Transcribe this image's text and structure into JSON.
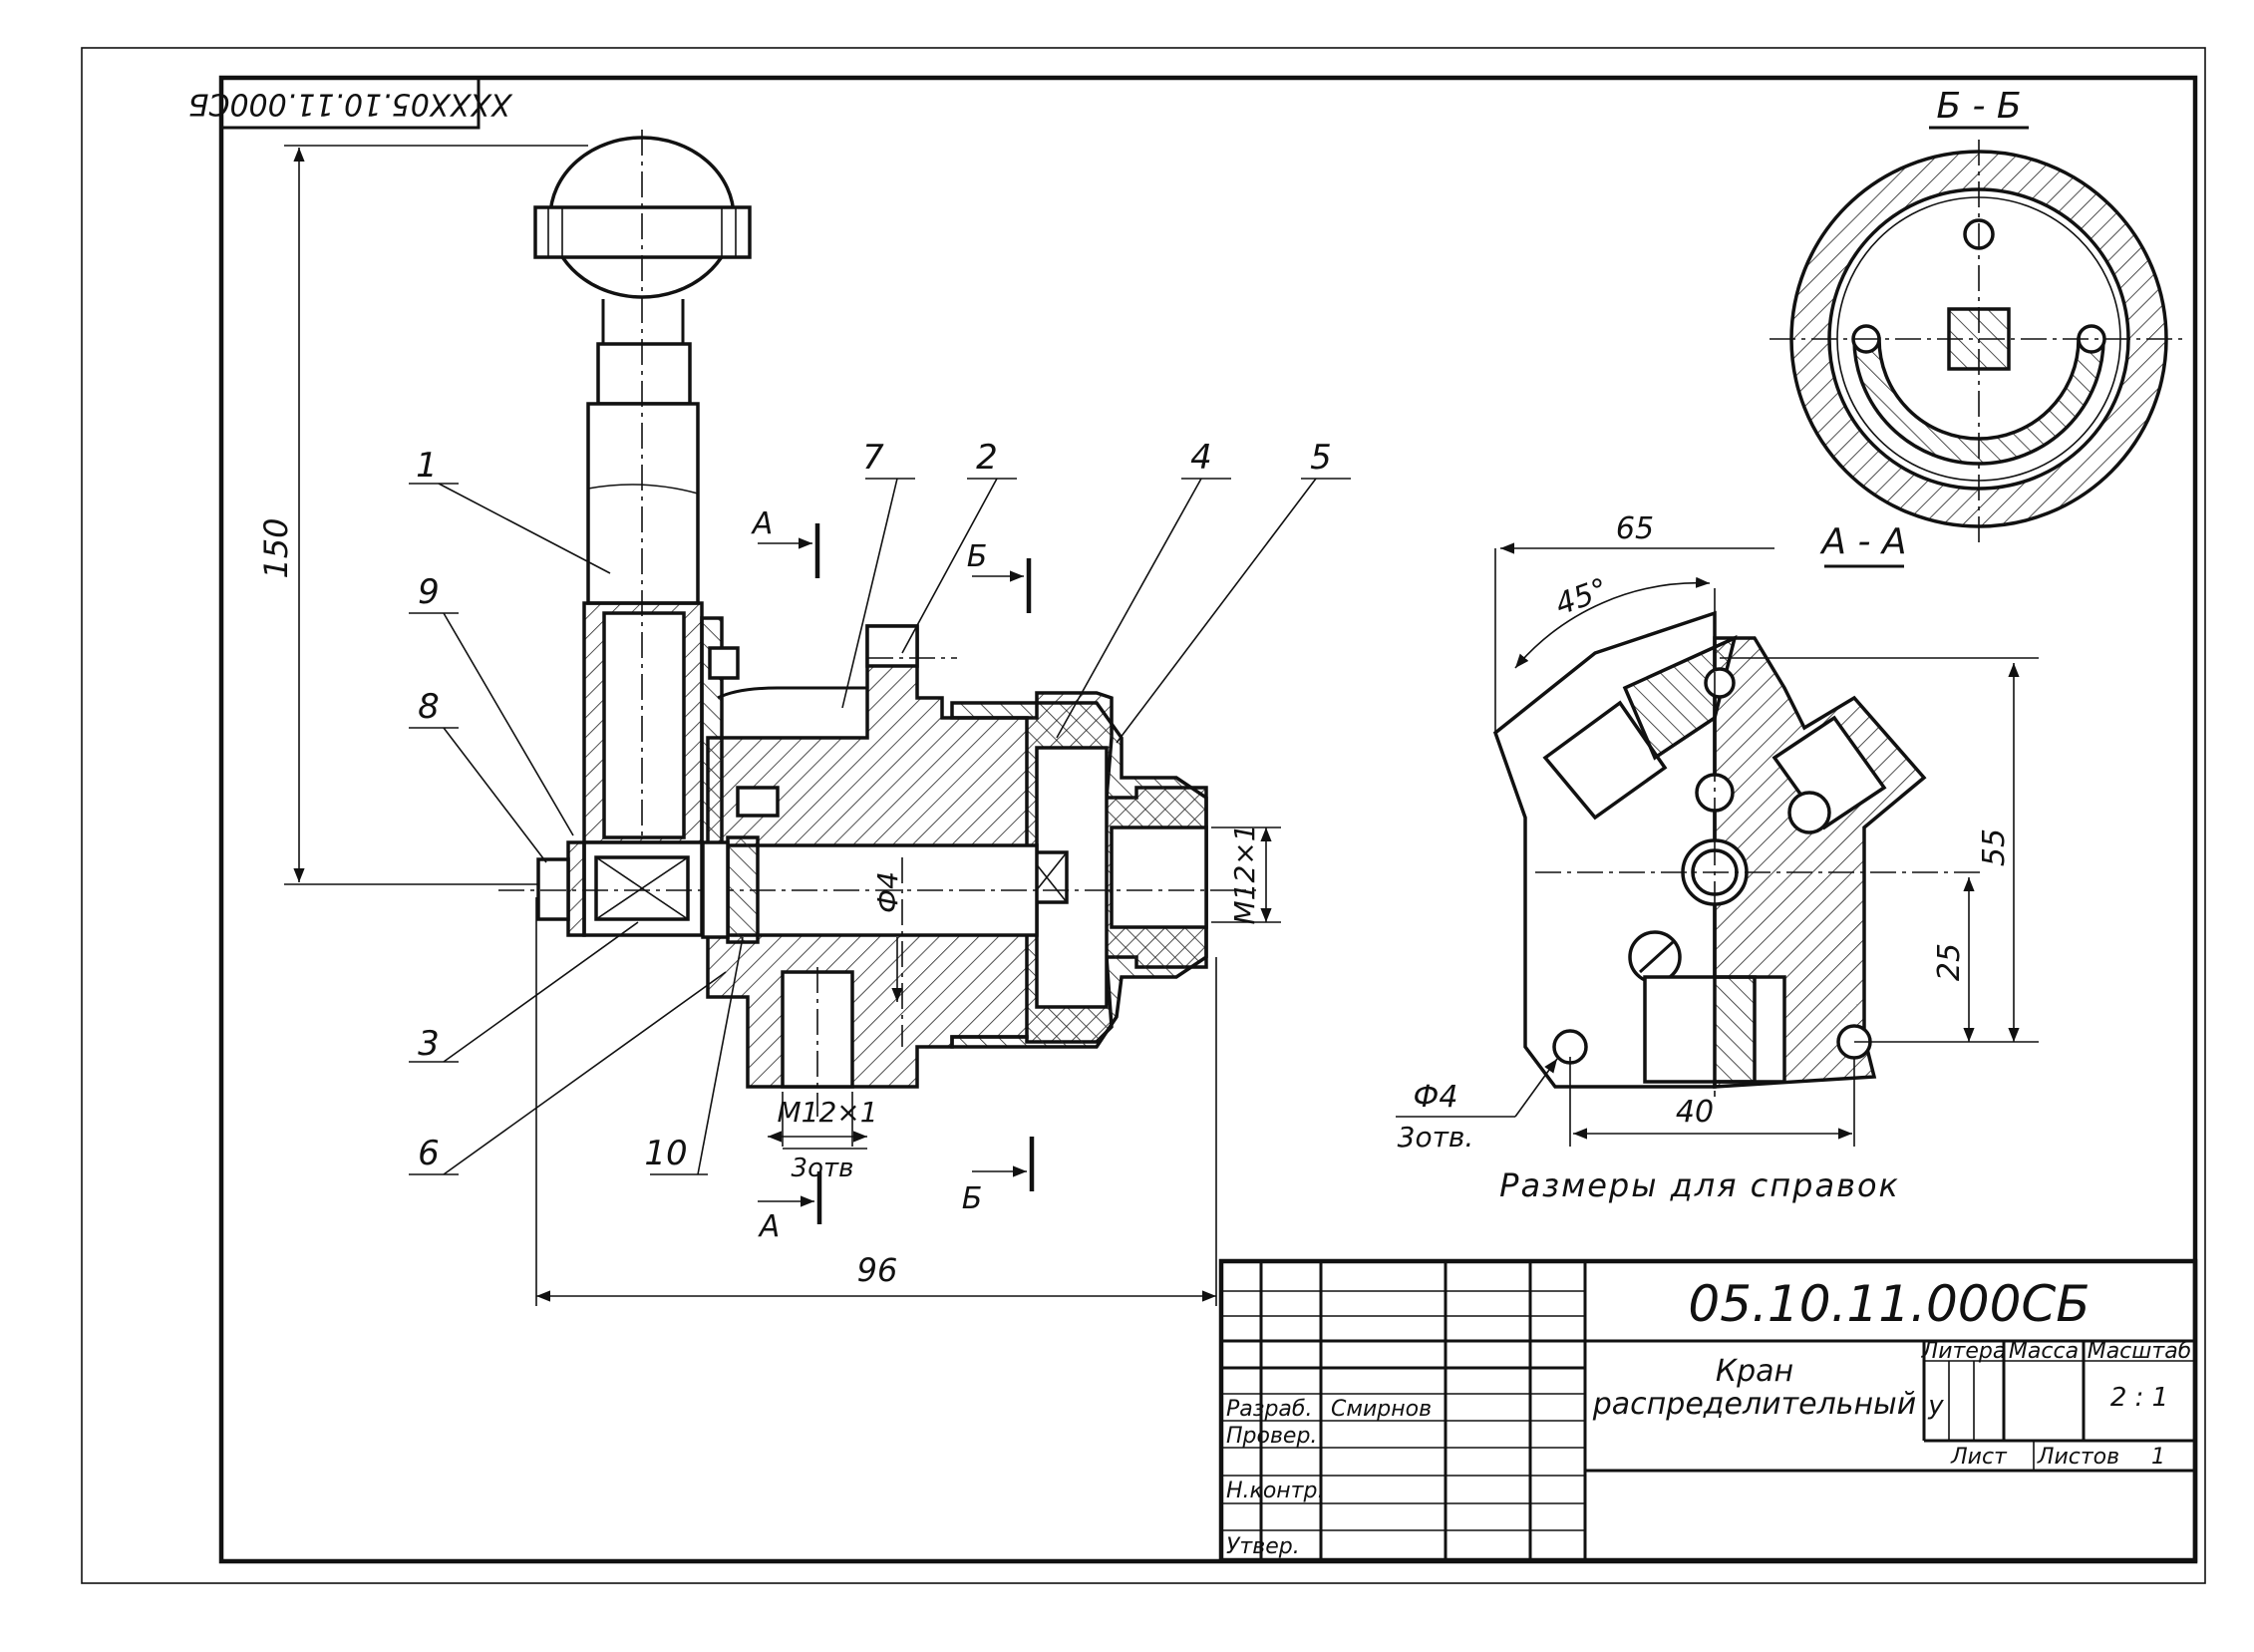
{
  "stamp": {
    "rotated_code": "XXXX05.10.11.000СБ"
  },
  "main_view": {
    "dimensions": {
      "height_total": "150",
      "length_total": "96",
      "bore": "Ф4",
      "thread_right": "М12×1",
      "thread_bottom": "М12×1",
      "thread_bottom_count": "3отв"
    },
    "callouts": [
      "1",
      "2",
      "3",
      "4",
      "5",
      "6",
      "7",
      "8",
      "9",
      "10"
    ],
    "section_marks": {
      "a_top": "А",
      "a_bottom": "А",
      "b_top": "Б",
      "b_bottom": "Б"
    }
  },
  "section_bb": {
    "title": "Б - Б"
  },
  "section_aa": {
    "title": "А - А",
    "dimensions": {
      "width": "65",
      "angle": "45°",
      "height": "55",
      "offset": "25",
      "hole_spacing": "40",
      "hole": "Ф4",
      "hole_count": "3отв."
    },
    "note": "Размеры для справок"
  },
  "title_block": {
    "designation": "05.10.11.000СБ",
    "name_line1": "Кран",
    "name_line2": "распределительный",
    "col_litera": "Литера",
    "col_massa": "Масса",
    "col_masshtab": "Масштаб",
    "litera_value": "у",
    "scale_value": "2 : 1",
    "list_label": "Лист",
    "listov_label": "Листов",
    "listov_value": "1",
    "row_razrab": "Разраб.",
    "razrab_name": "Смирнов",
    "row_prover": "Провер.",
    "row_nkontr": "Н.контр.",
    "row_utverd": "Утвер."
  }
}
